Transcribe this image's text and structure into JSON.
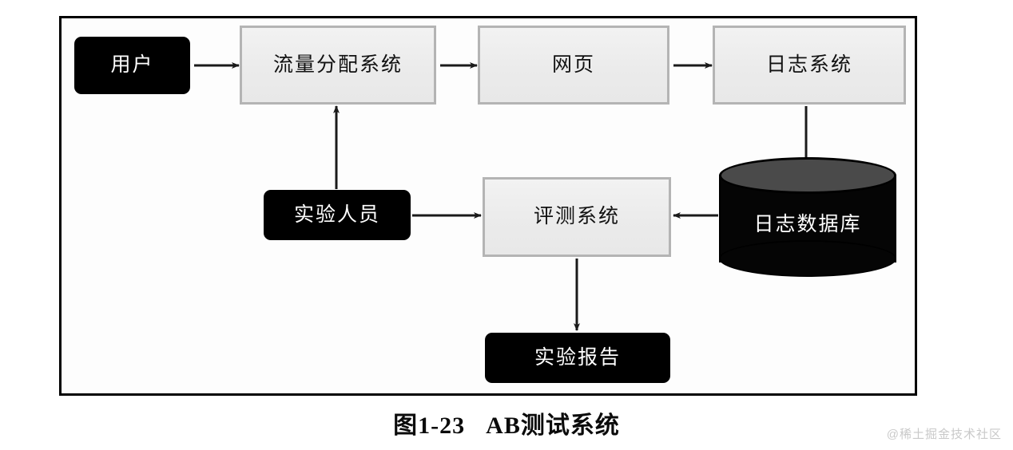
{
  "figure": {
    "caption_number": "图1-23",
    "caption_title": "AB测试系统",
    "watermark": "@稀土掘金技术社区",
    "frame_color": "#000000",
    "process_fill": "#ebebeb",
    "process_border": "#b4b4b4",
    "actor_fill": "#000000",
    "actor_text": "#ffffff",
    "cylinder_top_fill": "#4a4a4a",
    "arrow_color": "#1a1a1a"
  },
  "nodes": {
    "user": {
      "label": "用户",
      "shape": "rounded-rect",
      "style": "actor"
    },
    "traffic_system": {
      "label": "流量分配系统",
      "shape": "rect",
      "style": "process"
    },
    "webpage": {
      "label": "网页",
      "shape": "rect",
      "style": "process"
    },
    "log_system": {
      "label": "日志系统",
      "shape": "rect",
      "style": "process"
    },
    "tester": {
      "label": "实验人员",
      "shape": "rounded-rect",
      "style": "actor"
    },
    "evaluation_system": {
      "label": "评测系统",
      "shape": "rect",
      "style": "process"
    },
    "log_database": {
      "label": "日志数据库",
      "shape": "cylinder",
      "style": "database"
    },
    "experiment_report": {
      "label": "实验报告",
      "shape": "rounded-rect",
      "style": "actor"
    }
  },
  "edges": [
    {
      "from": "user",
      "to": "traffic_system",
      "direction": "right"
    },
    {
      "from": "traffic_system",
      "to": "webpage",
      "direction": "right"
    },
    {
      "from": "webpage",
      "to": "log_system",
      "direction": "right"
    },
    {
      "from": "log_system",
      "to": "log_database",
      "direction": "down"
    },
    {
      "from": "log_database",
      "to": "evaluation_system",
      "direction": "left"
    },
    {
      "from": "tester",
      "to": "traffic_system",
      "direction": "up"
    },
    {
      "from": "tester",
      "to": "evaluation_system",
      "direction": "right"
    },
    {
      "from": "evaluation_system",
      "to": "experiment_report",
      "direction": "down"
    }
  ]
}
